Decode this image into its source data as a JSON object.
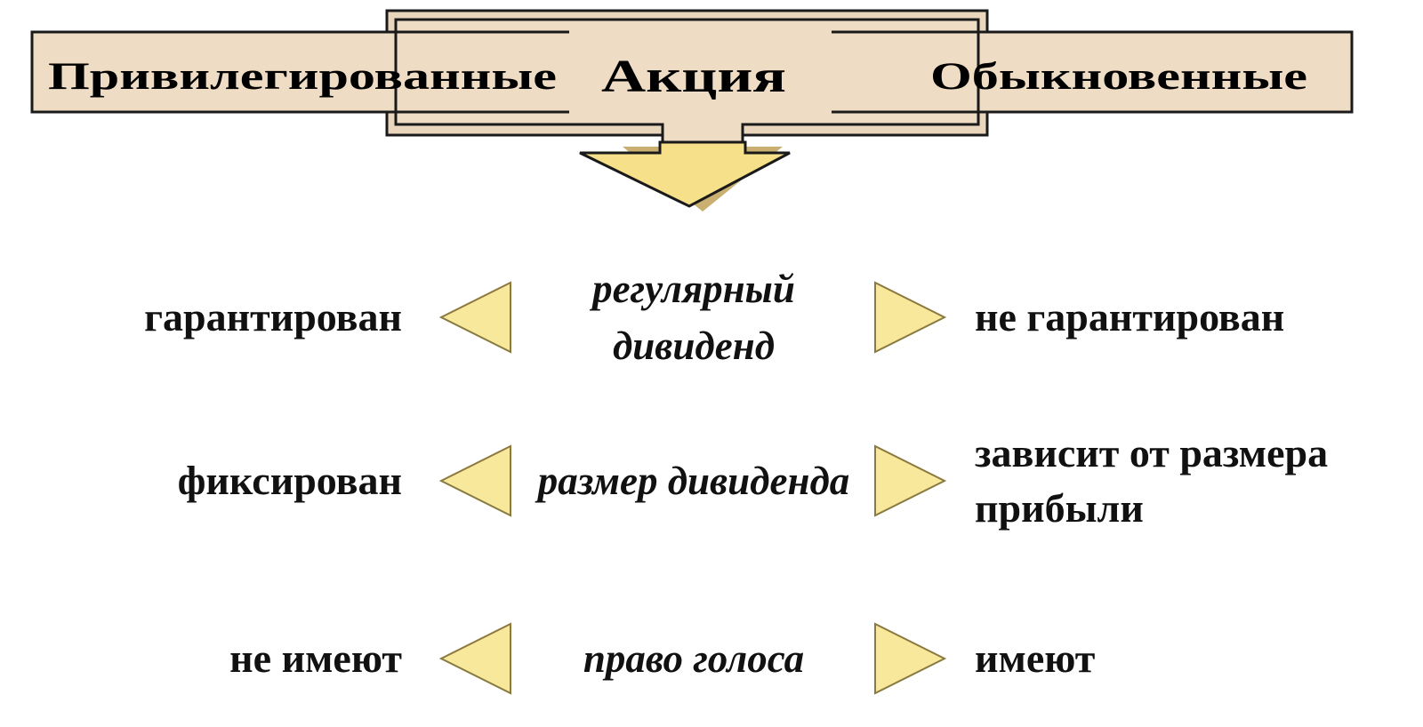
{
  "header": {
    "left_label": "Привилегированные",
    "center_label": "Акция",
    "right_label": "Обыкновенные"
  },
  "rows": [
    {
      "left": "гарантирован",
      "criterion": "регулярный дивиденд",
      "right": "не гарантирован"
    },
    {
      "left": "фиксирован",
      "criterion": "размер дивиденда",
      "right": "зависит от размера прибыли"
    },
    {
      "left": "не имеют",
      "criterion": "право голоса",
      "right": "имеют"
    }
  ],
  "colors": {
    "banner_fill": "#efdcc4",
    "outline": "#1a1a1a",
    "arrow_fill": "#f6e08a",
    "triangle_fill": "#f8e89c",
    "triangle_stroke": "#8a7a40"
  }
}
